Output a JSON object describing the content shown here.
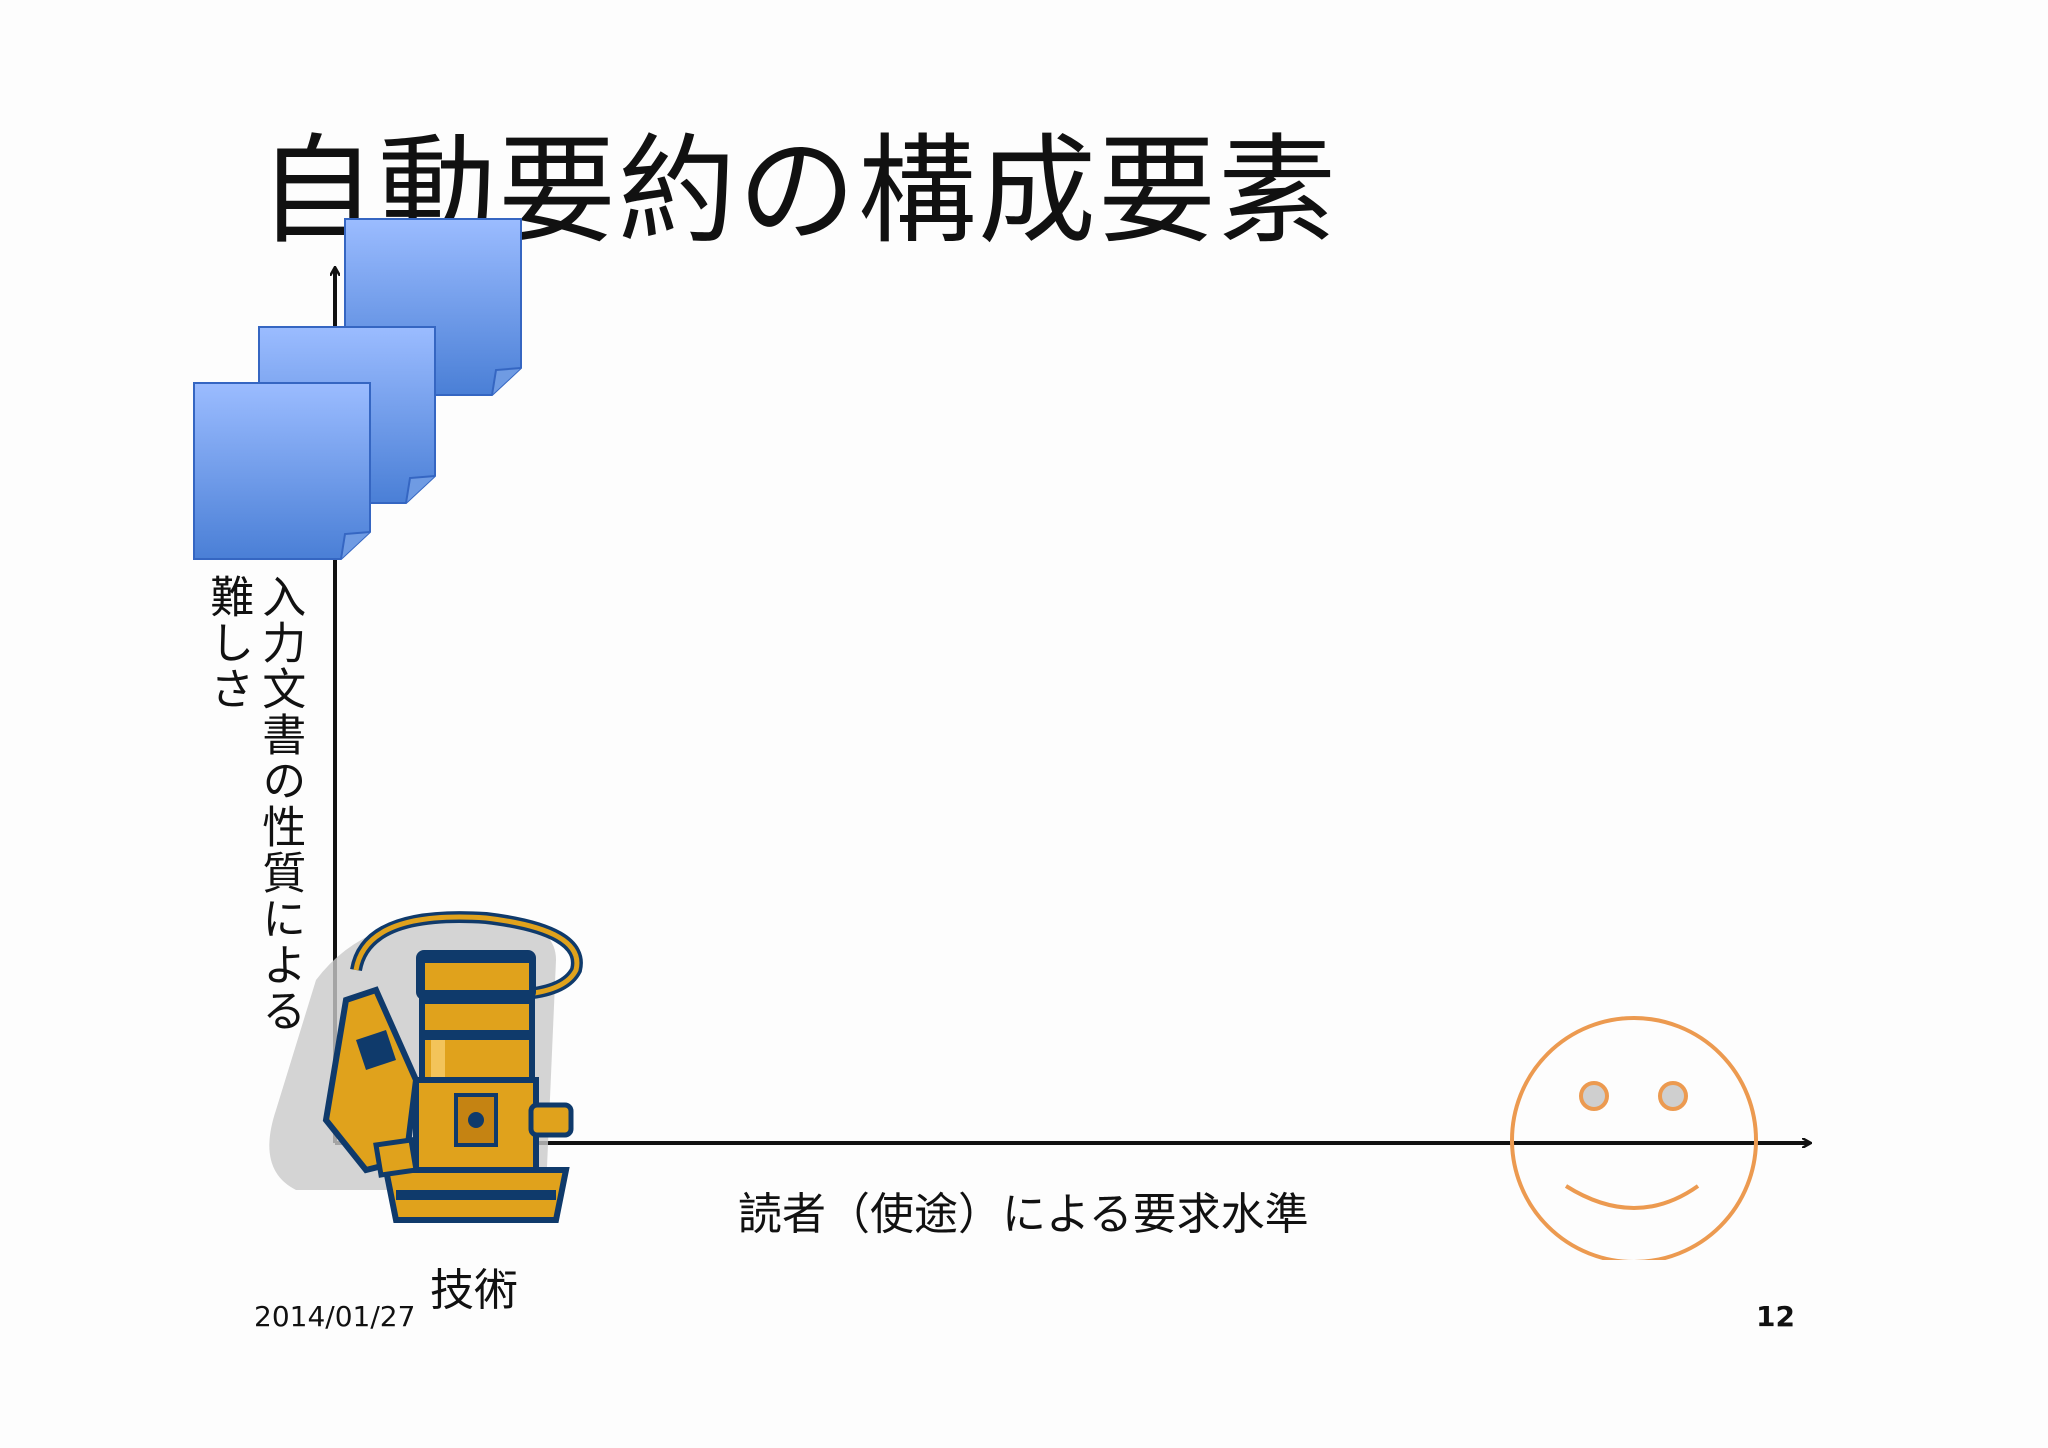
{
  "slide": {
    "title": "自動要約の構成要素",
    "y_axis_label_line1": "入力文書の性質による",
    "y_axis_label_line2": "難しさ",
    "x_axis_label": "読者（使途）による要求水準",
    "technology_label": "技術",
    "date": "2014/01/27",
    "page_number": "12"
  },
  "icons": {
    "documents": "stacked-documents-icon",
    "technology": "router-machine-icon",
    "reader": "smiley-face-icon"
  },
  "colors": {
    "document_fill_top": "#9bbcff",
    "document_fill_bottom": "#4a7fd6",
    "document_border": "#3566c2",
    "smiley": "#ec9a50",
    "machine_gold": "#e0a21c",
    "machine_navy": "#0f3a6b",
    "axis": "#111111"
  }
}
